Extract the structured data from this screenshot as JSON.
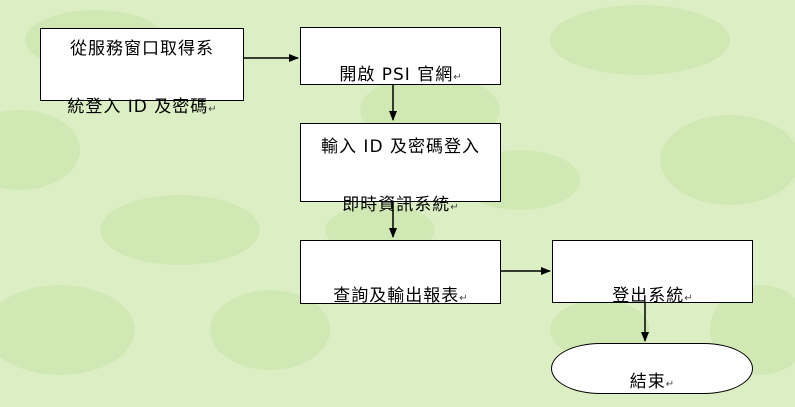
{
  "colors": {
    "background": "#dcefc4",
    "pattern": "#c6e3a8",
    "box_fill": "#ffffff",
    "line": "#000000"
  },
  "paragraph_mark": "↵",
  "nodes": {
    "get_credentials": {
      "line1": "從服務窗口取得系",
      "line2": "統登入 ID 及密碼"
    },
    "open_psi": {
      "label": "開啟 PSI 官網"
    },
    "login_system": {
      "line1": "輸入 ID 及密碼登入",
      "line2": "即時資訊系統"
    },
    "query_report": {
      "label": "查詢及輸出報表"
    },
    "logout": {
      "label": "登出系統"
    },
    "end": {
      "label": "結束"
    }
  }
}
